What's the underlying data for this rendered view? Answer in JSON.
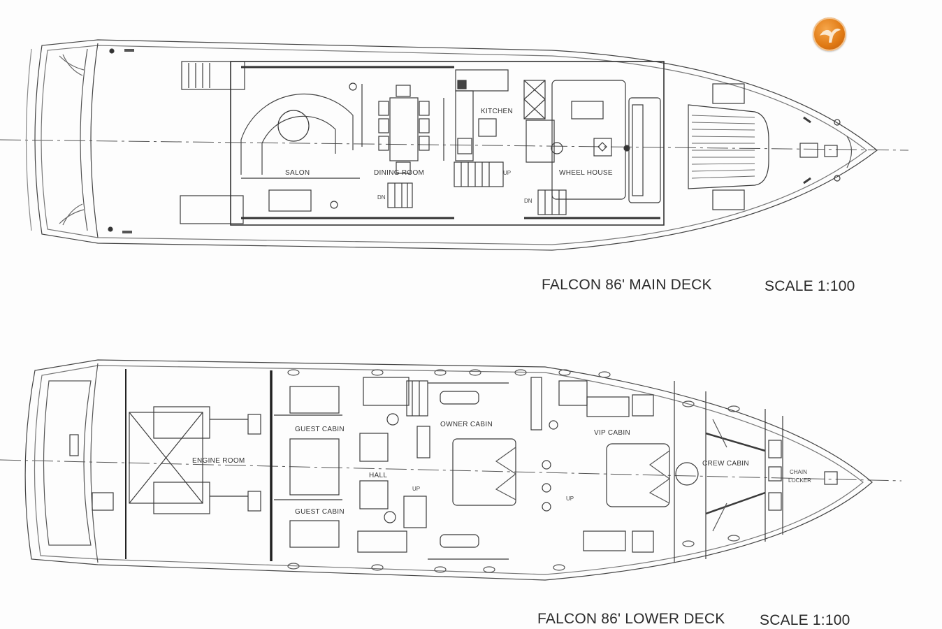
{
  "logo": {
    "icon": "brand-logo-orange-circle",
    "color": "#e07a14"
  },
  "main_deck": {
    "caption": "FALCON 86'  MAIN DECK",
    "scale": "SCALE 1:100",
    "rooms": {
      "salon": "SALON",
      "dining_room": "DINING ROOM",
      "kitchen": "KITCHEN",
      "wheel_house": "WHEEL HOUSE",
      "up": "UP",
      "dn1": "DN",
      "dn2": "DN"
    }
  },
  "lower_deck": {
    "caption": "FALCON 86'  LOWER DECK",
    "scale": "SCALE 1:100",
    "rooms": {
      "engine_room": "ENGINE ROOM",
      "guest_cabin_1": "GUEST CABIN",
      "guest_cabin_2": "GUEST CABIN",
      "hall": "HALL",
      "up1": "UP",
      "owner_cabin": "OWNER CABIN",
      "vip_cabin": "VIP CABIN",
      "up2": "UP",
      "crew_cabin": "CREW CABIN",
      "chain_locker_1": "CHAIN",
      "chain_locker_2": "LOCKER"
    }
  },
  "colors": {
    "line": "#3a3a3a",
    "light_line": "#8a8a8a",
    "background": "#fdfdfd"
  }
}
